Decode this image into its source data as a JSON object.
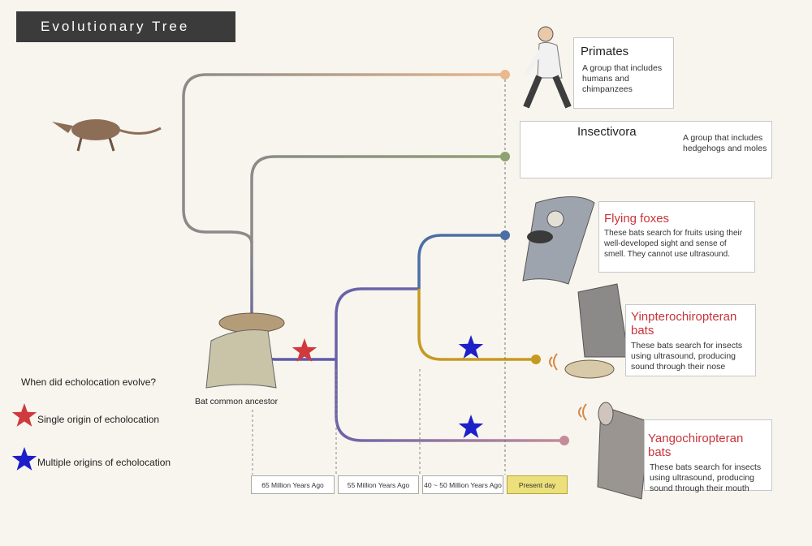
{
  "title": "Evolutionary Tree",
  "groups": {
    "primates": {
      "name": "Primates",
      "desc": "A group that includes humans and chimpanzees"
    },
    "insectivora": {
      "name": "Insectivora",
      "desc": "A group that includes hedgehogs and moles"
    },
    "flying_foxes": {
      "name": "Flying foxes",
      "desc": "These bats search for fruits using their well-developed sight and sense of smell. They cannot use ultrasound."
    },
    "yinpterochiroptera": {
      "name": "Yinpterochiropteran bats",
      "desc": "These bats search for insects using ultrasound, producing sound through their nose"
    },
    "yangochiroptera": {
      "name": "Yangochiropteran bats",
      "desc": "These bats search for insects using ultrasound, producing sound through their mouth"
    }
  },
  "bat_ancestor_label": "Bat common ancestor",
  "legend": {
    "question": "When did echolocation evolve?",
    "single": "Single origin of echolocation",
    "multiple": "Multiple origins of echolocation"
  },
  "timeline": [
    "65 Million Years Ago",
    "55 Million Years Ago",
    "40 ~ 50 Million Years Ago",
    "Present day"
  ],
  "colors": {
    "primates": "#e8b88e",
    "insectivora": "#8ea272",
    "flying_foxes": "#4c6ea5",
    "yinpterochiroptera": "#c69a22",
    "yangochiroptera": "#c48c9a",
    "ancestral": "#8a8a8a",
    "bat_lineage": "#6a62a8",
    "single_star": "#cf3a3f",
    "multiple_star": "#1d1fc8"
  }
}
